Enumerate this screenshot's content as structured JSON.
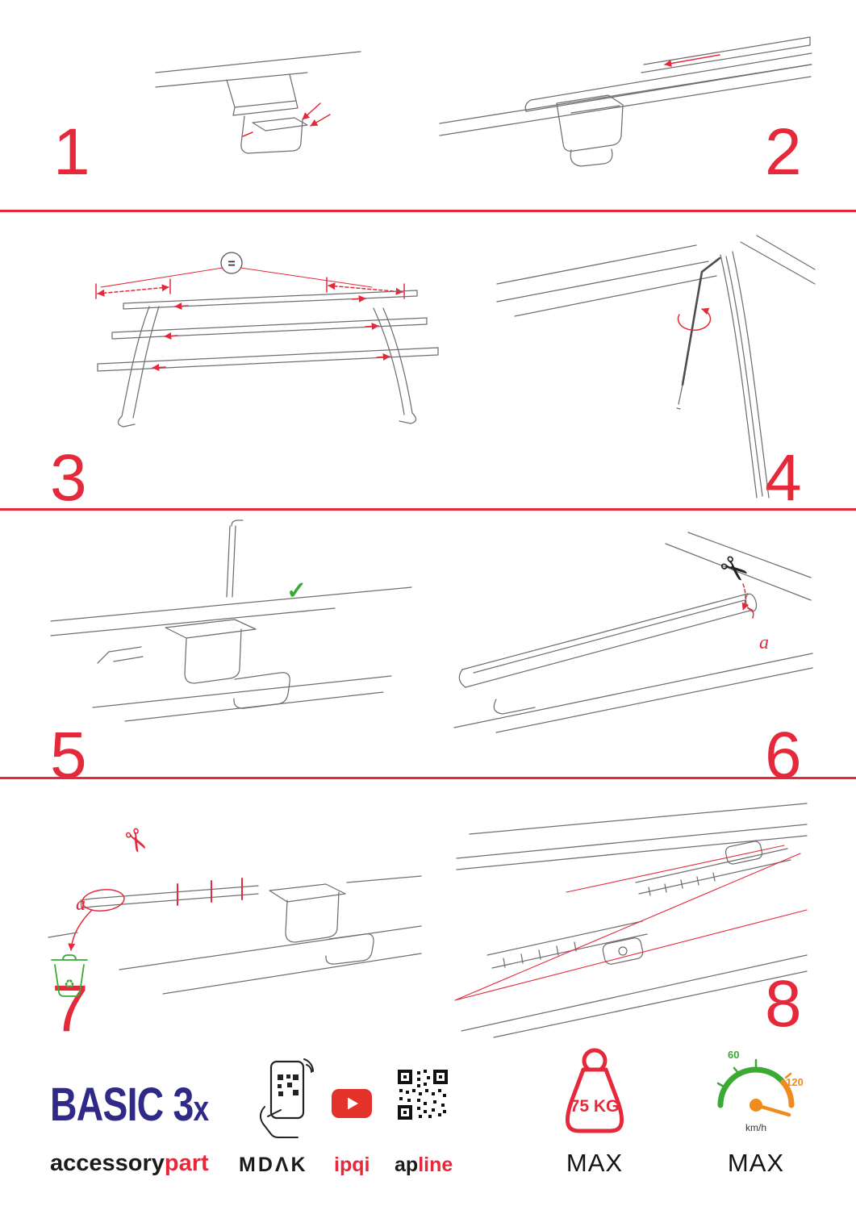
{
  "colors": {
    "accent": "#e5293a",
    "brand_blue": "#2f2a85",
    "green": "#3aaa35",
    "orange": "#f08c1e",
    "yt_red": "#e33229",
    "sketch": "#6f6f6f"
  },
  "steps": [
    {
      "number": "1"
    },
    {
      "number": "2"
    },
    {
      "number": "3"
    },
    {
      "number": "4"
    },
    {
      "number": "5"
    },
    {
      "number": "6"
    },
    {
      "number": "7"
    },
    {
      "number": "8"
    }
  ],
  "icons": {
    "scissors": "✂",
    "check": "✓",
    "recycle": "♻"
  },
  "annotations": {
    "equal": "=",
    "part_label": "a"
  },
  "footer": {
    "product_name": "BASIC 3",
    "product_suffix": "x",
    "brand_black": "accessory",
    "brand_red": "part",
    "partner_mdak": "MDΛK",
    "partner_ipqi": "ipqi",
    "partner_apline_black": "ap",
    "partner_apline_red": "line",
    "weight_value": "75 KG",
    "weight_max": "MAX",
    "speed_low": "60",
    "speed_high": "120",
    "speed_unit": "km/h",
    "speed_max": "MAX"
  }
}
